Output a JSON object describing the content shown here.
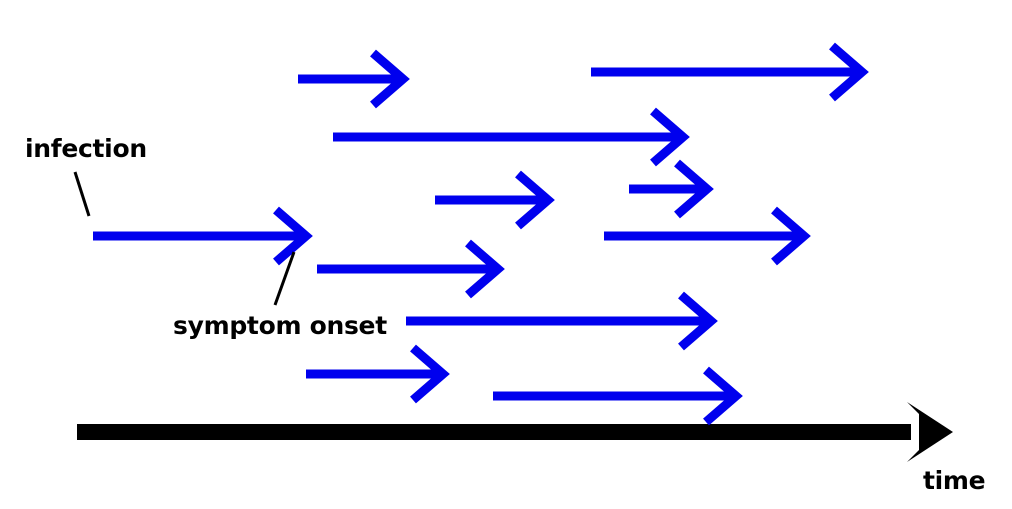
{
  "figure": {
    "title": "",
    "background_color": "#ffffff",
    "arrow_color": "#0000ee",
    "axis_color": "#000000",
    "leader_color": "#000000"
  },
  "labels": {
    "infection": "infection",
    "symptom_onset": "symptom onset",
    "time": "time"
  },
  "chart_data": {
    "type": "diagram",
    "subtype": "serial-interval-transmission-timeline",
    "title": "",
    "xlabel": "time",
    "ylabel": "",
    "grid": false,
    "legend": "none",
    "annotations": [
      {
        "name": "infection",
        "text": "infection",
        "text_x": 25,
        "text_y": 150,
        "leader_from_x": 75,
        "leader_from_y": 172,
        "leader_to_x": 89,
        "leader_to_y": 216
      },
      {
        "name": "symptom-onset",
        "text": "symptom onset",
        "text_x": 173,
        "text_y": 328,
        "leader_from_x": 294,
        "leader_from_y": 252,
        "leader_to_x": 275,
        "leader_to_y": 305
      }
    ],
    "axis": {
      "name": "time-axis",
      "x1": 77,
      "y": 432,
      "x2": 953,
      "stroke_width": 16,
      "head_style": "solid-triangle",
      "color": "#000000"
    },
    "series": [
      {
        "name": "infection-to-symptom-intervals",
        "color": "#0000ee",
        "stroke_width": 9,
        "head_style": "open-chevron",
        "arrows": [
          {
            "id": "a1",
            "x1": 298,
            "y": 79,
            "x2": 403
          },
          {
            "id": "a2",
            "x1": 591,
            "y": 72,
            "x2": 862
          },
          {
            "id": "a3",
            "x1": 333,
            "y": 137,
            "x2": 683
          },
          {
            "id": "a4",
            "x1": 435,
            "y": 200,
            "x2": 548
          },
          {
            "id": "a5",
            "x1": 629,
            "y": 189,
            "x2": 707
          },
          {
            "id": "a6",
            "x1": 93,
            "y": 236,
            "x2": 306
          },
          {
            "id": "a7",
            "x1": 604,
            "y": 236,
            "x2": 804
          },
          {
            "id": "a8",
            "x1": 317,
            "y": 269,
            "x2": 498
          },
          {
            "id": "a9",
            "x1": 406,
            "y": 321,
            "x2": 711
          },
          {
            "id": "a10",
            "x1": 306,
            "y": 374,
            "x2": 443
          },
          {
            "id": "a11",
            "x1": 493,
            "y": 396,
            "x2": 736
          }
        ]
      }
    ]
  }
}
